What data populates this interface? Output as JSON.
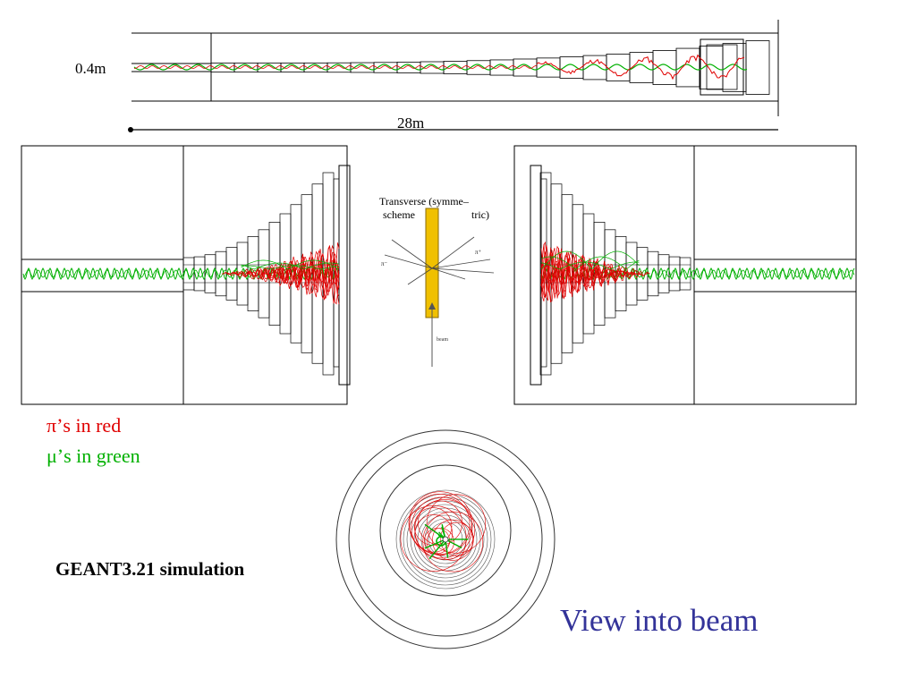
{
  "labels": {
    "width": "0.4m",
    "length": "28m"
  },
  "scheme": {
    "title_line1": "Transverse (symme–",
    "title_left": "scheme",
    "title_right": "tric)",
    "pi_minus": "π⁻",
    "pi_plus": "π⁺",
    "beam": "beam"
  },
  "legend": {
    "pi": "π’s in red",
    "mu": "μ’s in green"
  },
  "sim_title": "GEANT3.21 simulation",
  "view_caption": "View into beam",
  "colors": {
    "pion": "#e00000",
    "muon": "#00b000",
    "target": "#f0c000",
    "caption": "#333399",
    "frame": "#000000"
  }
}
